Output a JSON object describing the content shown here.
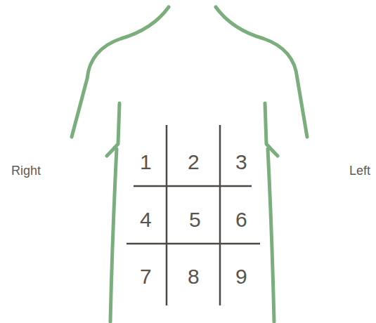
{
  "diagram": {
    "labels": [
      "Right",
      "1",
      "2",
      "3",
      "Left",
      "4",
      "5",
      "6",
      "7",
      "8",
      "9"
    ]
  }
}
